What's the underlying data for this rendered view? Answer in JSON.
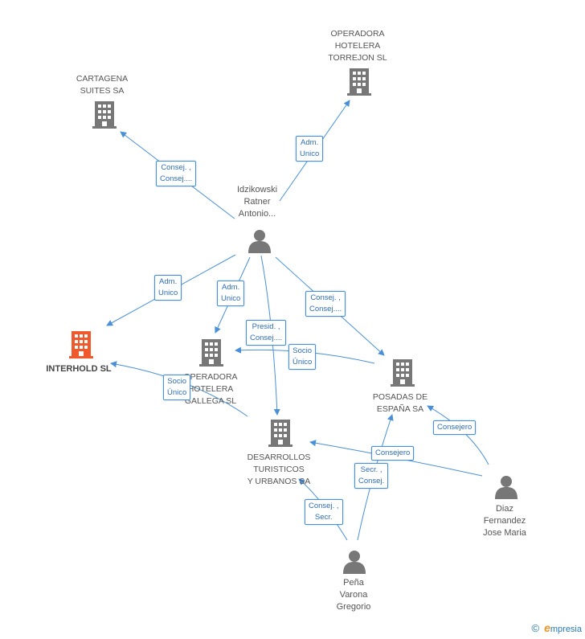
{
  "nodes": {
    "cartagena": {
      "label": "CARTAGENA\nSUITES SA",
      "icon": "building-icon",
      "color": "#777777"
    },
    "torrejon": {
      "label": "OPERADORA\nHOTELERA\nTORREJON SL",
      "icon": "building-icon",
      "color": "#777777"
    },
    "idzikowski": {
      "label": "Idzikowski\nRatner\nAntonio...",
      "icon": "person-icon",
      "color": "#777777"
    },
    "interhold": {
      "label": "INTERHOLD SL",
      "icon": "building-icon",
      "color": "#f0592b"
    },
    "gallega": {
      "label": "OPERADORA\nHOTELERA\nGALLEGA SL",
      "icon": "building-icon",
      "color": "#777777"
    },
    "posadas": {
      "label": "POSADAS DE\nESPAÑA SA",
      "icon": "building-icon",
      "color": "#777777"
    },
    "desarrollos": {
      "label": "DESARROLLOS\nTURISTICOS\nY URBANOS SA",
      "icon": "building-icon",
      "color": "#777777"
    },
    "diaz": {
      "label": "Diaz\nFernandez\nJose Maria",
      "icon": "person-icon",
      "color": "#777777"
    },
    "pena": {
      "label": "Peña\nVarona\nGregorio",
      "icon": "person-icon",
      "color": "#777777"
    }
  },
  "edges": {
    "e1": "Consej. ,\nConsej....",
    "e2": "Adm.\nUnico",
    "e3": "Adm.\nUnico",
    "e4": "Adm.\nUnico",
    "e5": "Consej. ,\nConsej....",
    "e6": "Presid. ,\nConsej....",
    "e7": "Socio\nÚnico",
    "e8": "Socio\nÚnico",
    "e9": "Consejero",
    "e10": "Consejero",
    "e11": "Secr. ,\nConsej.",
    "e12": "Consej. ,\nSecr."
  },
  "colors": {
    "edge": "#4a90d9",
    "edge_text": "#2f6db5",
    "node": "#777777",
    "highlight": "#f0592b"
  },
  "brand": {
    "copyright": "©",
    "e": "e",
    "name": "mpresia"
  }
}
